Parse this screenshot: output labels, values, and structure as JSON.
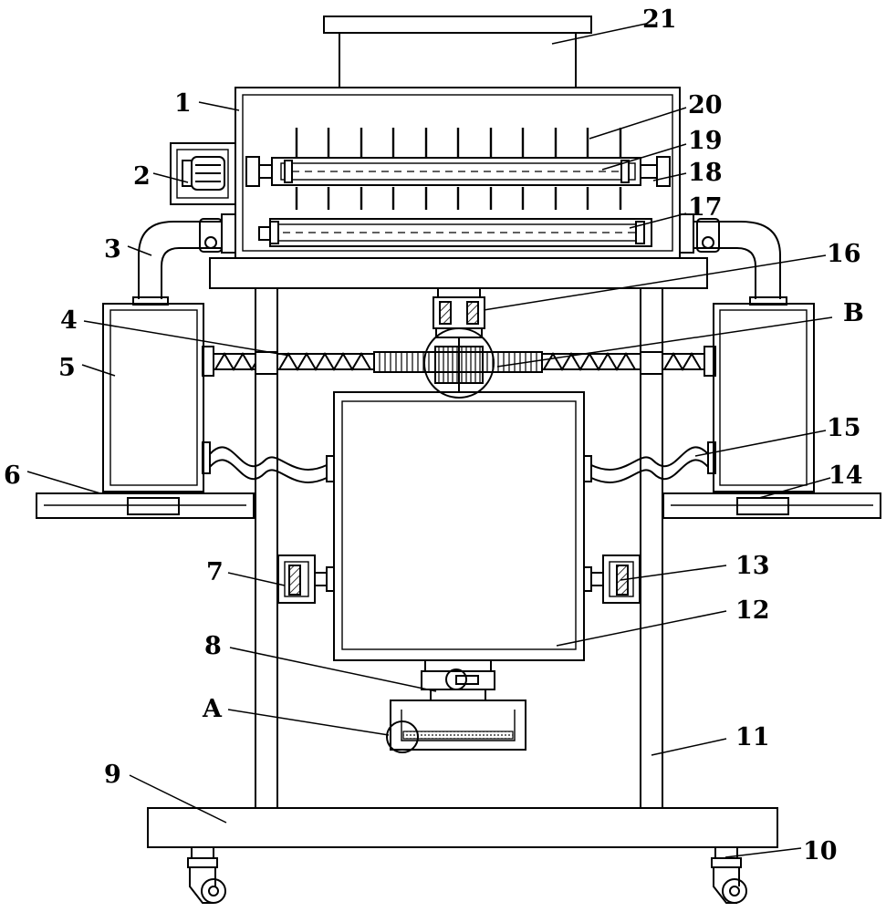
{
  "figure": {
    "labels": {
      "n1": "1",
      "n2": "2",
      "n3": "3",
      "n4": "4",
      "n5": "5",
      "n6": "6",
      "n7": "7",
      "n8": "8",
      "n9": "9",
      "n10": "10",
      "n11": "11",
      "n12": "12",
      "n13": "13",
      "n14": "14",
      "n15": "15",
      "n16": "16",
      "n17": "17",
      "n18": "18",
      "n19": "19",
      "n20": "20",
      "n21": "21",
      "A": "A",
      "B": "B"
    },
    "colors": {
      "line": "#000000",
      "background": "#ffffff"
    }
  }
}
